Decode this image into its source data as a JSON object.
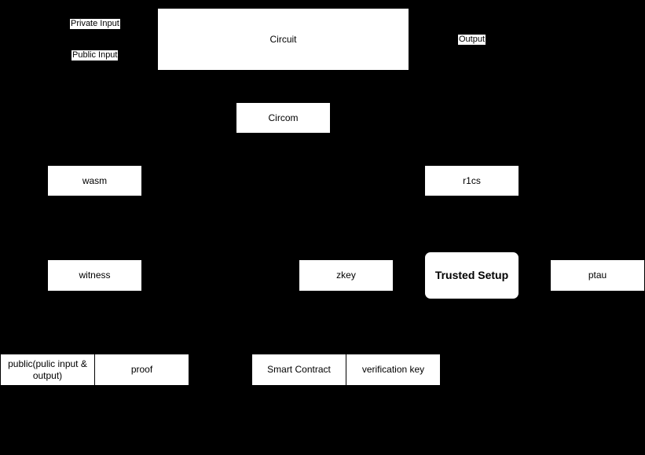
{
  "labels": {
    "private_input": "Private Input",
    "public_input": "Public Input",
    "output": "Output"
  },
  "nodes": {
    "circuit": "Circuit",
    "circom": "Circom",
    "wasm": "wasm",
    "r1cs": "r1cs",
    "witness": "witness",
    "zkey": "zkey",
    "trusted_setup": "Trusted Setup",
    "ptau": "ptau",
    "public": "public(pulic input & output)",
    "proof": "proof",
    "smart_contract": "Smart Contract",
    "verification_key": "verification key"
  },
  "colors": {
    "background": "#000000",
    "node_fill": "#ffffff",
    "text": "#000000"
  }
}
